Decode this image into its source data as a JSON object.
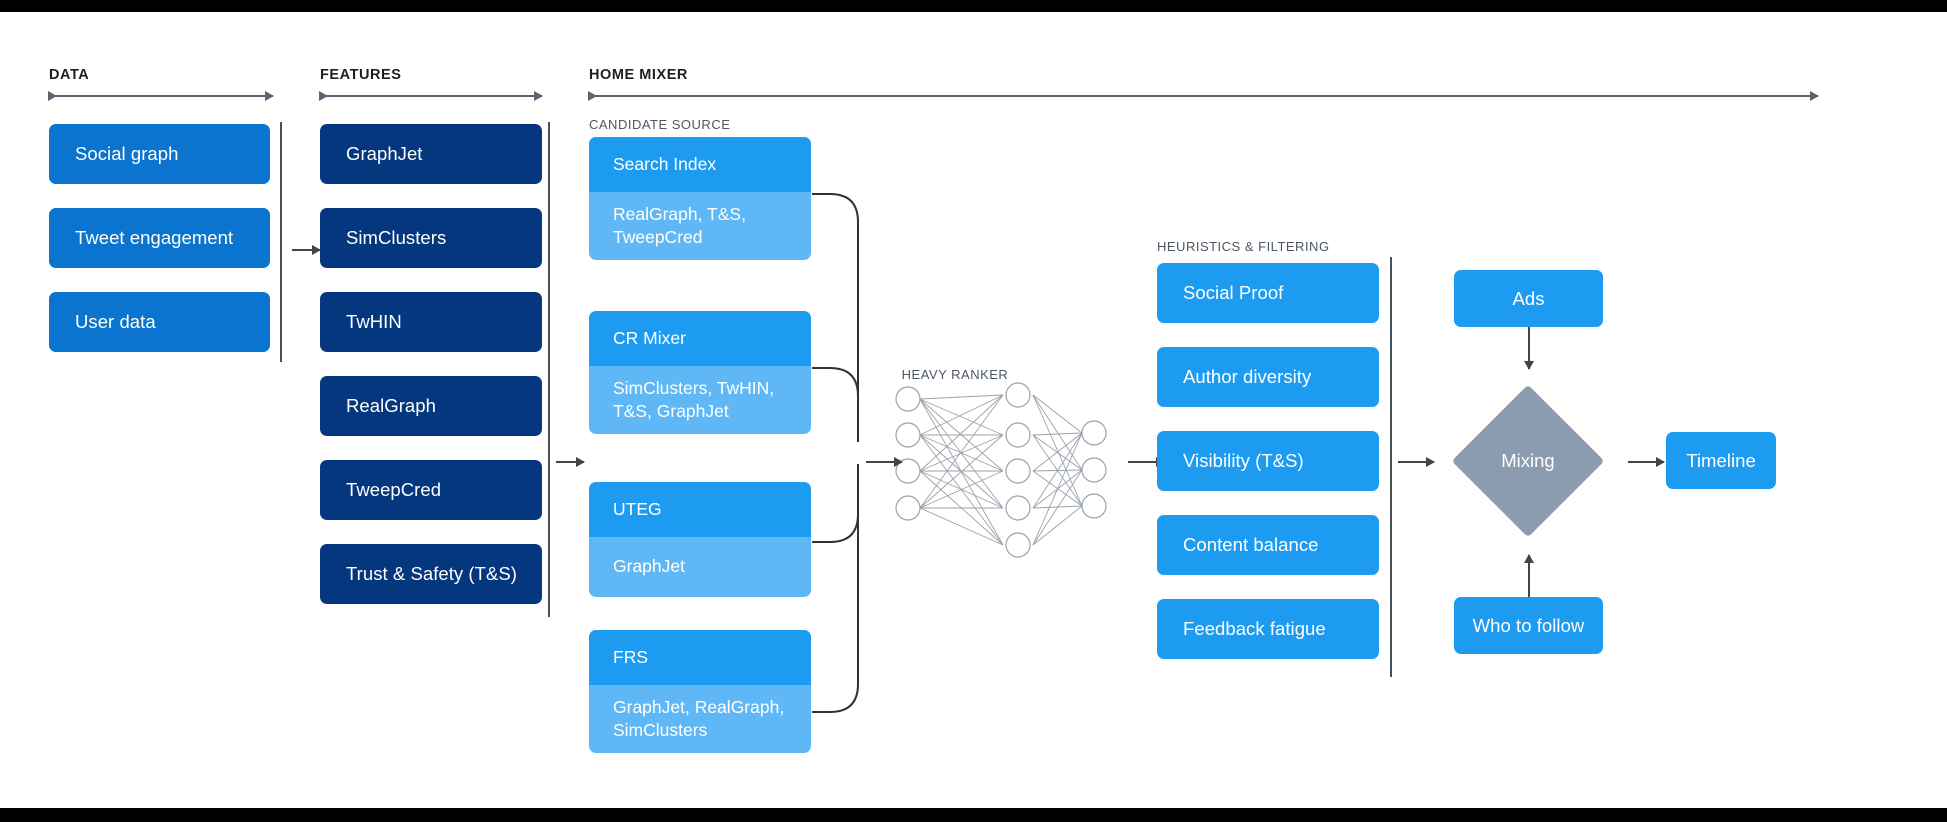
{
  "sections": {
    "data": {
      "title": "DATA"
    },
    "features": {
      "title": "FEATURES"
    },
    "home_mixer": {
      "title": "HOME MIXER"
    },
    "candidate_source": {
      "title": "CANDIDATE SOURCE"
    },
    "heavy_ranker": {
      "title": "HEAVY RANKER"
    },
    "heuristics": {
      "title": "HEURISTICS & FILTERING"
    }
  },
  "data_column": {
    "items": [
      {
        "label": "Social graph"
      },
      {
        "label": "Tweet engagement"
      },
      {
        "label": "User data"
      }
    ]
  },
  "features_column": {
    "items": [
      {
        "label": "GraphJet"
      },
      {
        "label": "SimClusters"
      },
      {
        "label": "TwHIN"
      },
      {
        "label": "RealGraph"
      },
      {
        "label": "TweepCred"
      },
      {
        "label": "Trust & Safety (T&S)"
      }
    ]
  },
  "candidate_sources": {
    "items": [
      {
        "name": "Search Index",
        "features": "RealGraph, T&S,\nTweepCred"
      },
      {
        "name": "CR Mixer",
        "features": "SimClusters, TwHIN,\nT&S, GraphJet"
      },
      {
        "name": "UTEG",
        "features": "GraphJet"
      },
      {
        "name": "FRS",
        "features": "GraphJet, RealGraph,\nSimClusters"
      }
    ]
  },
  "heavy_ranker": {
    "label": "HEAVY RANKER",
    "layers": [
      4,
      5,
      3
    ]
  },
  "heuristics_column": {
    "items": [
      {
        "label": "Social Proof"
      },
      {
        "label": "Author diversity"
      },
      {
        "label": "Visibility (T&S)"
      },
      {
        "label": "Content balance"
      },
      {
        "label": "Feedback fatigue"
      }
    ]
  },
  "output_stage": {
    "ads": "Ads",
    "mixing": "Mixing",
    "who_to_follow": "Who to follow",
    "timeline": "Timeline"
  },
  "colors": {
    "blue": "#0b74ce",
    "navy": "#05377f",
    "light_blue": "#1d9bf0",
    "pale_blue": "#5fb8f5",
    "slate": "#8b9cb0",
    "rule": "#4a5259",
    "text_dark": "#1b1f24",
    "text_muted": "#4c5763"
  }
}
